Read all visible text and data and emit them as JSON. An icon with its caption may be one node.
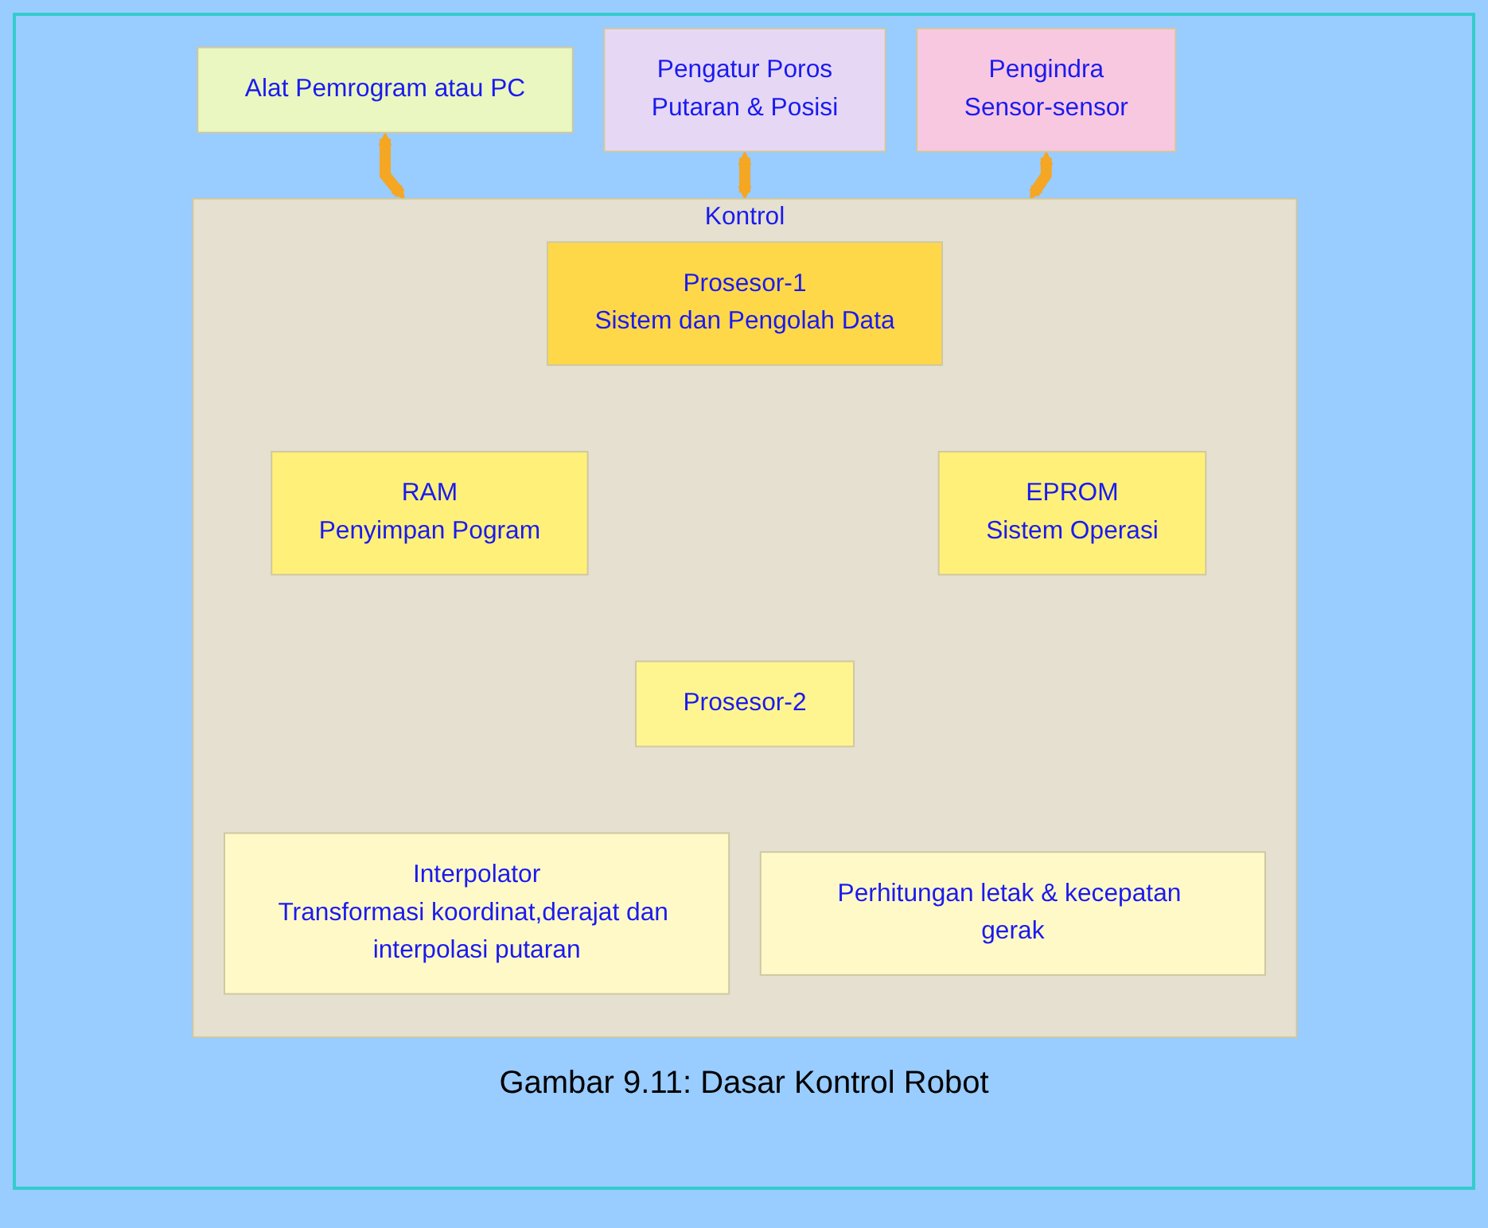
{
  "diagram": {
    "caption": "Gambar 9.11: Dasar Kontrol Robot",
    "nodes": [
      {
        "text": [
          "Alat Pemrogram atau PC"
        ]
      },
      {
        "text": [
          "Pengatur Poros",
          "Putaran & Posisi"
        ]
      },
      {
        "text": [
          "Pengindra",
          "Sensor-sensor"
        ]
      },
      {
        "text": [
          "Kontrol"
        ]
      },
      {
        "text": [
          "Prosesor-1",
          "Sistem dan Pengolah Data"
        ],
        "in": 3
      },
      {
        "text": [
          "RAM",
          "Penyimpan Pogram"
        ],
        "in": 3
      },
      {
        "text": [
          "EPROM",
          "Sistem Operasi"
        ],
        "in": 3
      },
      {
        "text": [
          "Prosesor-2"
        ],
        "in": 3
      },
      {
        "text": [
          "Interpolator",
          "Transformasi koordinat,derajat dan interpolasi putaran"
        ],
        "in": 3
      },
      {
        "text": [
          "Perhitungan letak & kecepatan gerak"
        ],
        "in": 3
      }
    ],
    "edges": [
      {
        "from": 0,
        "to": 3,
        "arrow": "both"
      },
      {
        "from": 1,
        "to": 3,
        "arrow": "both"
      },
      {
        "from": 2,
        "to": 3,
        "arrow": "both"
      }
    ]
  }
}
